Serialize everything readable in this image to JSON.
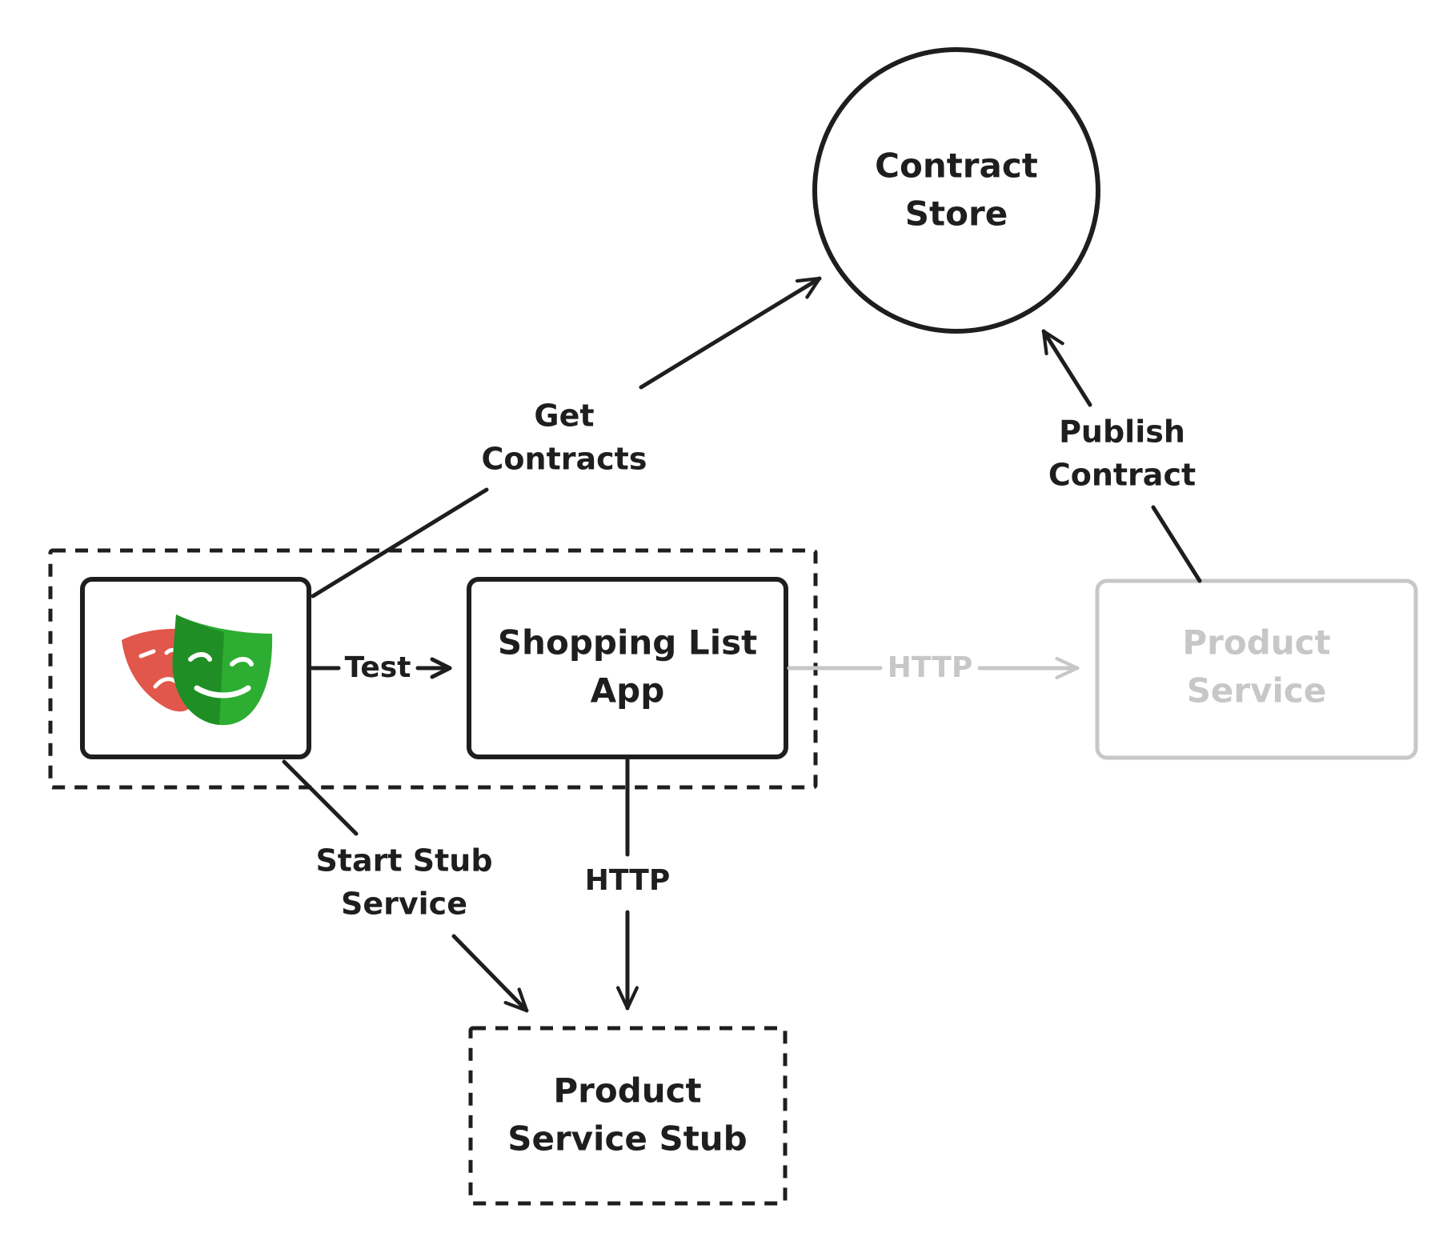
{
  "nodes": {
    "contract_store": {
      "line1": "Contract",
      "line2": "Store"
    },
    "shopping_list_app": {
      "line1": "Shopping List",
      "line2": "App"
    },
    "product_service": {
      "line1": "Product",
      "line2": "Service"
    },
    "product_service_stub": {
      "line1": "Product",
      "line2": "Service Stub"
    },
    "playwright": {
      "icon": "playwright-masks-icon"
    }
  },
  "edges": {
    "get_contracts": {
      "line1": "Get",
      "line2": "Contracts"
    },
    "publish_contract": {
      "line1": "Publish",
      "line2": "Contract"
    },
    "test": {
      "label": "Test"
    },
    "http_to_product_service": {
      "label": "HTTP"
    },
    "http_to_stub": {
      "label": "HTTP"
    },
    "start_stub": {
      "line1": "Start Stub",
      "line2": "Service"
    }
  },
  "colors": {
    "ink": "#1e1e1e",
    "faded": "#c7c7c7",
    "mask_red": "#e2574c",
    "mask_green": "#2ead33",
    "mask_green_dark": "#1f8f25"
  }
}
